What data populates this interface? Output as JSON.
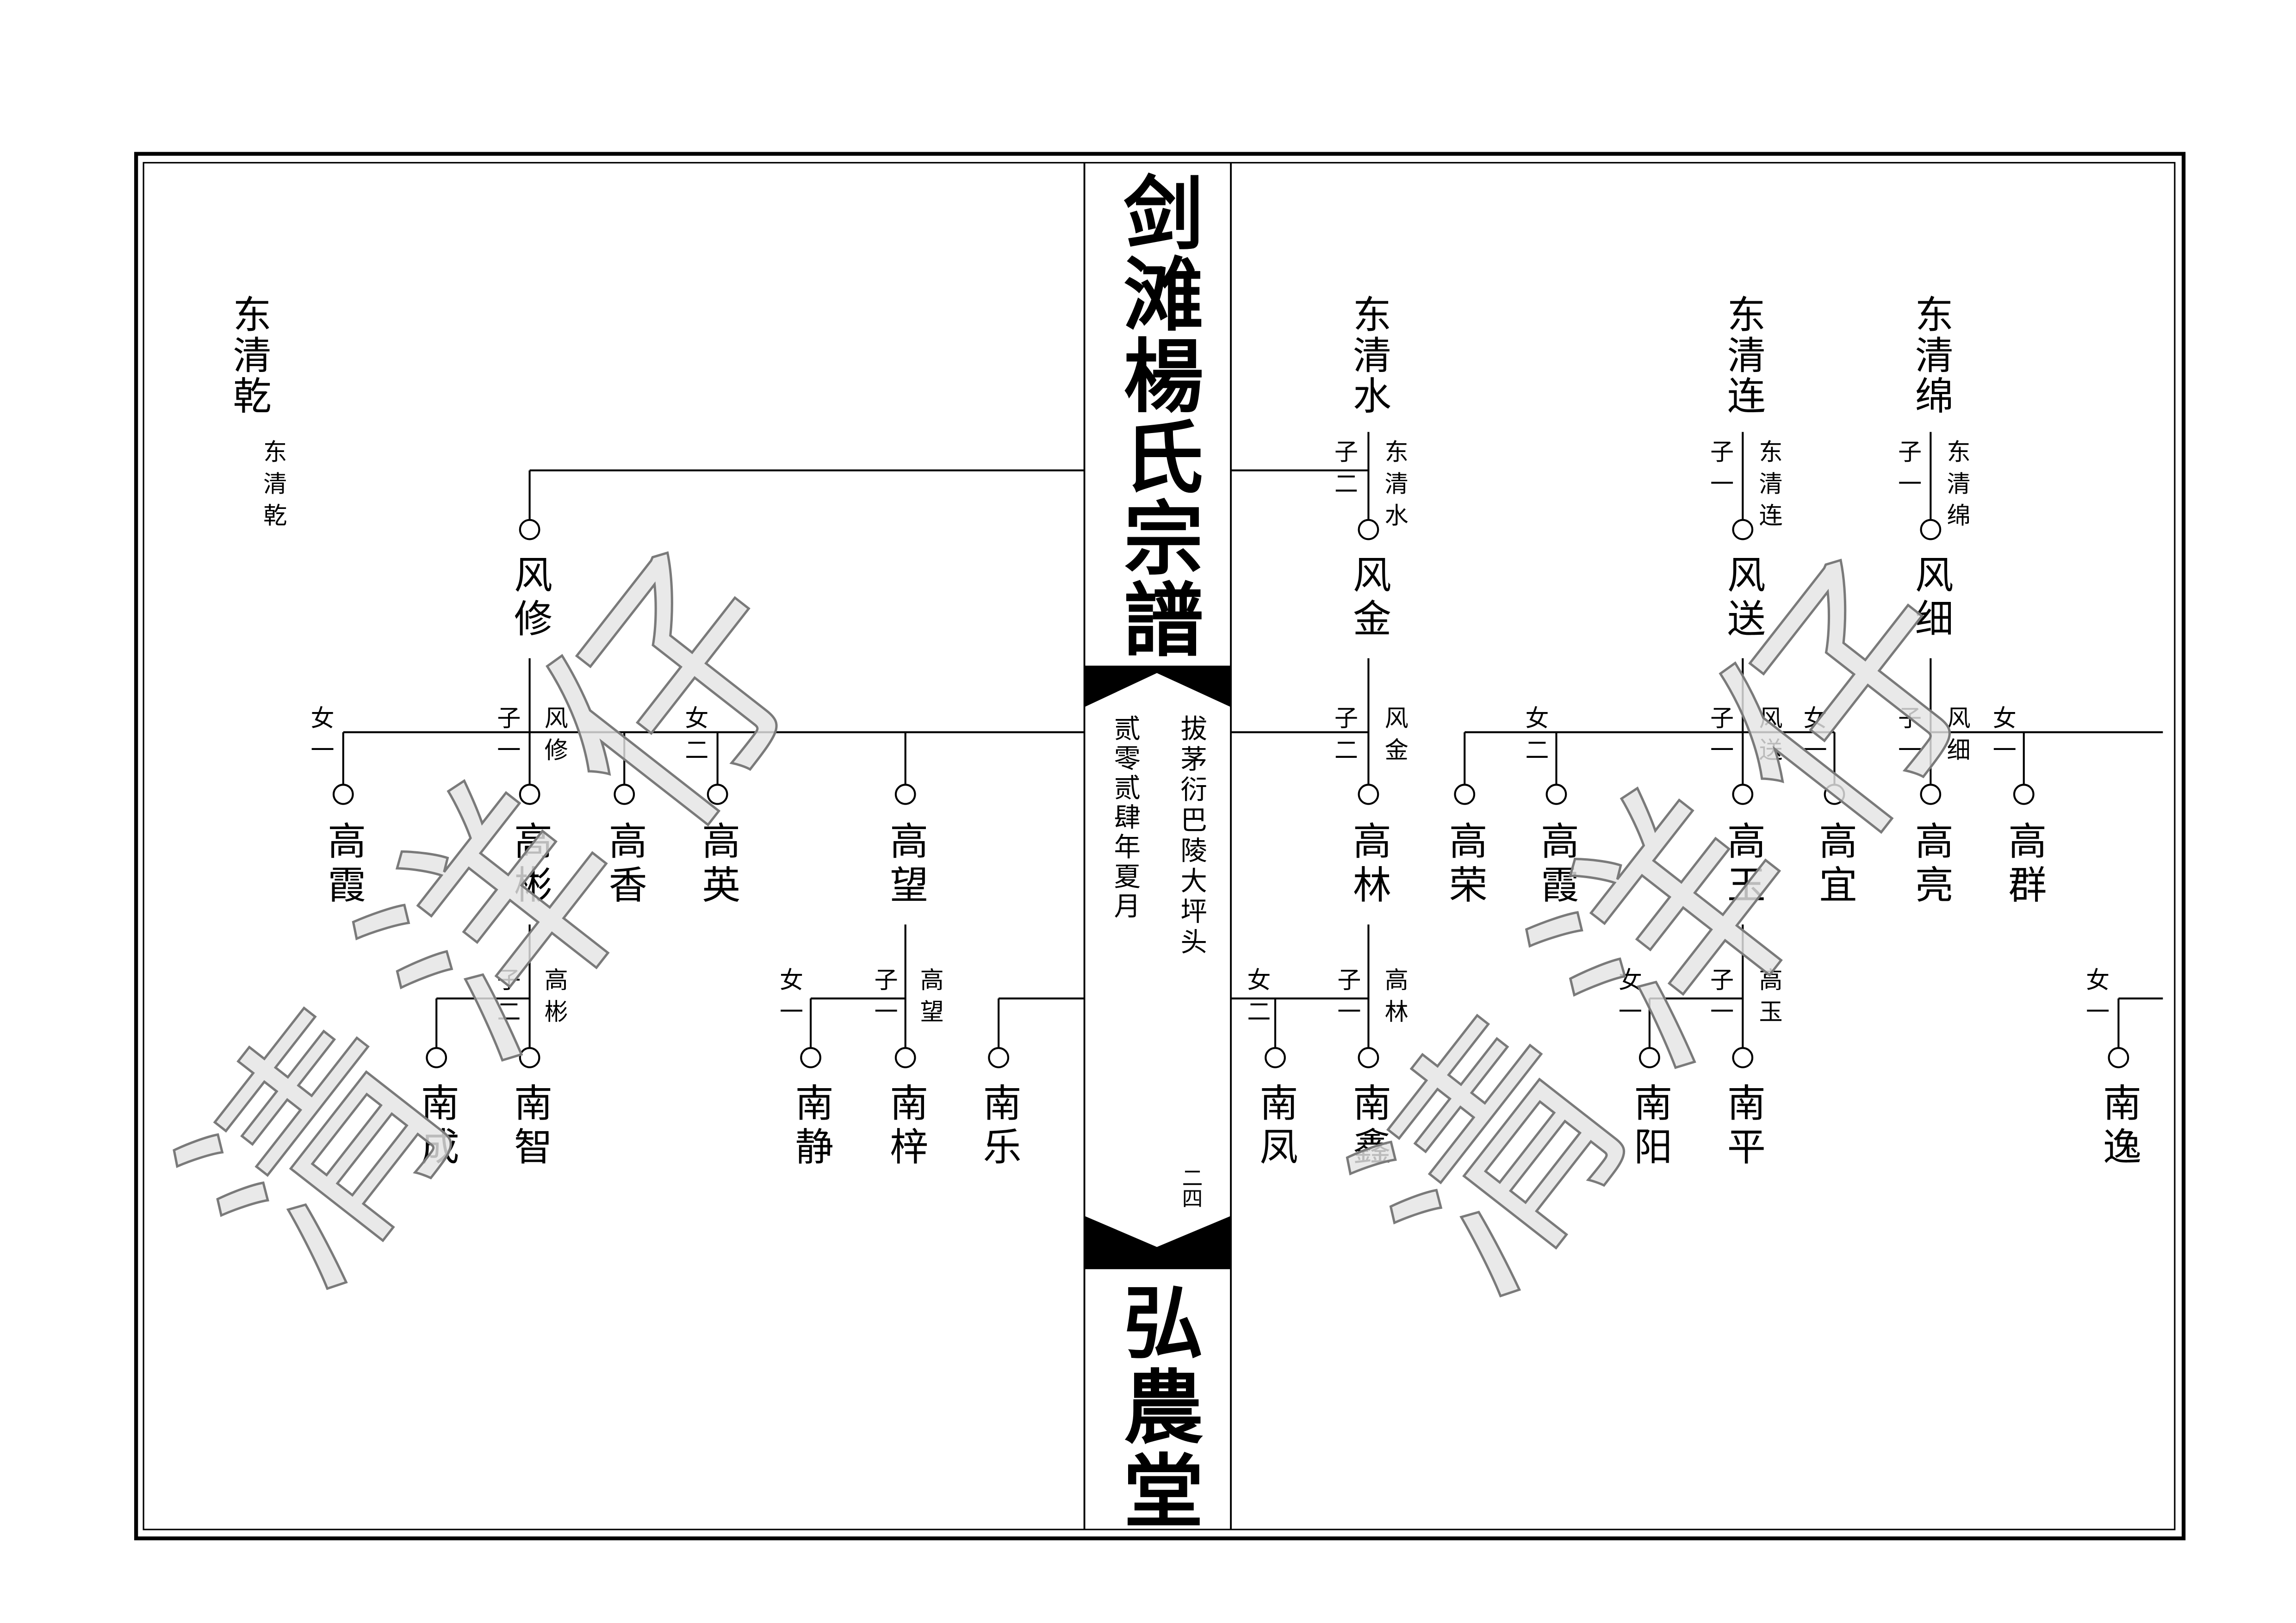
{
  "title": "剑滩楊氏宗譜",
  "hall_name": "弘農堂",
  "imprint": {
    "origin": "拔茅衍巴陵大坪头",
    "date": "贰零贰肆年夏月"
  },
  "page_number": "二四",
  "watermark": "清洋仔",
  "colors": {
    "ink": "#000000",
    "paper": "#ffffff",
    "watermark_outline": "#7a7a7a"
  },
  "right_page": {
    "generation_1": [
      "东清水",
      "东清连",
      "东清绵"
    ],
    "generation_2": [
      {
        "name": "风金",
        "rank": "子二",
        "father": "东清水"
      },
      {
        "name": "风送",
        "rank": "子一",
        "father": "东清连"
      },
      {
        "name": "风细",
        "rank": "子一",
        "father": "东清绵"
      }
    ],
    "generation_3": [
      {
        "name": "高林",
        "rank": "子二",
        "father": "风金"
      },
      {
        "name": "高荣"
      },
      {
        "name": "高霞",
        "rank": "女二"
      },
      {
        "name": "高玉",
        "rank": "子一",
        "father": "风送"
      },
      {
        "name": "高宜",
        "rank": "女一"
      },
      {
        "name": "高亮",
        "rank": "子一",
        "father": "风细"
      },
      {
        "name": "高群",
        "rank": "女一"
      }
    ],
    "generation_4": [
      {
        "name": "南凤",
        "rank": "女二"
      },
      {
        "name": "南鑫",
        "rank": "子一",
        "father": "高林"
      },
      {
        "name": "南阳",
        "rank": "女一"
      },
      {
        "name": "南平",
        "rank": "子一",
        "father": "高玉"
      },
      {
        "name": "南逸",
        "rank": "女一"
      }
    ]
  },
  "left_page": {
    "generation_1": [
      "东清乾"
    ],
    "generation_1_note": "东清乾",
    "generation_2": [
      {
        "name": "风修"
      }
    ],
    "generation_3": [
      {
        "name": "高霞",
        "rank": "女一"
      },
      {
        "name": "高彬",
        "rank": "子一",
        "father": "风修"
      },
      {
        "name": "高香"
      },
      {
        "name": "高英",
        "rank": "女二"
      },
      {
        "name": "高望"
      }
    ],
    "generation_4": [
      {
        "name": "南成"
      },
      {
        "name": "南智",
        "rank": "子二",
        "father": "高彬"
      },
      {
        "name": "南静",
        "rank": "女一"
      },
      {
        "name": "南梓",
        "rank": "子一",
        "father": "高望"
      },
      {
        "name": "南乐"
      }
    ]
  }
}
